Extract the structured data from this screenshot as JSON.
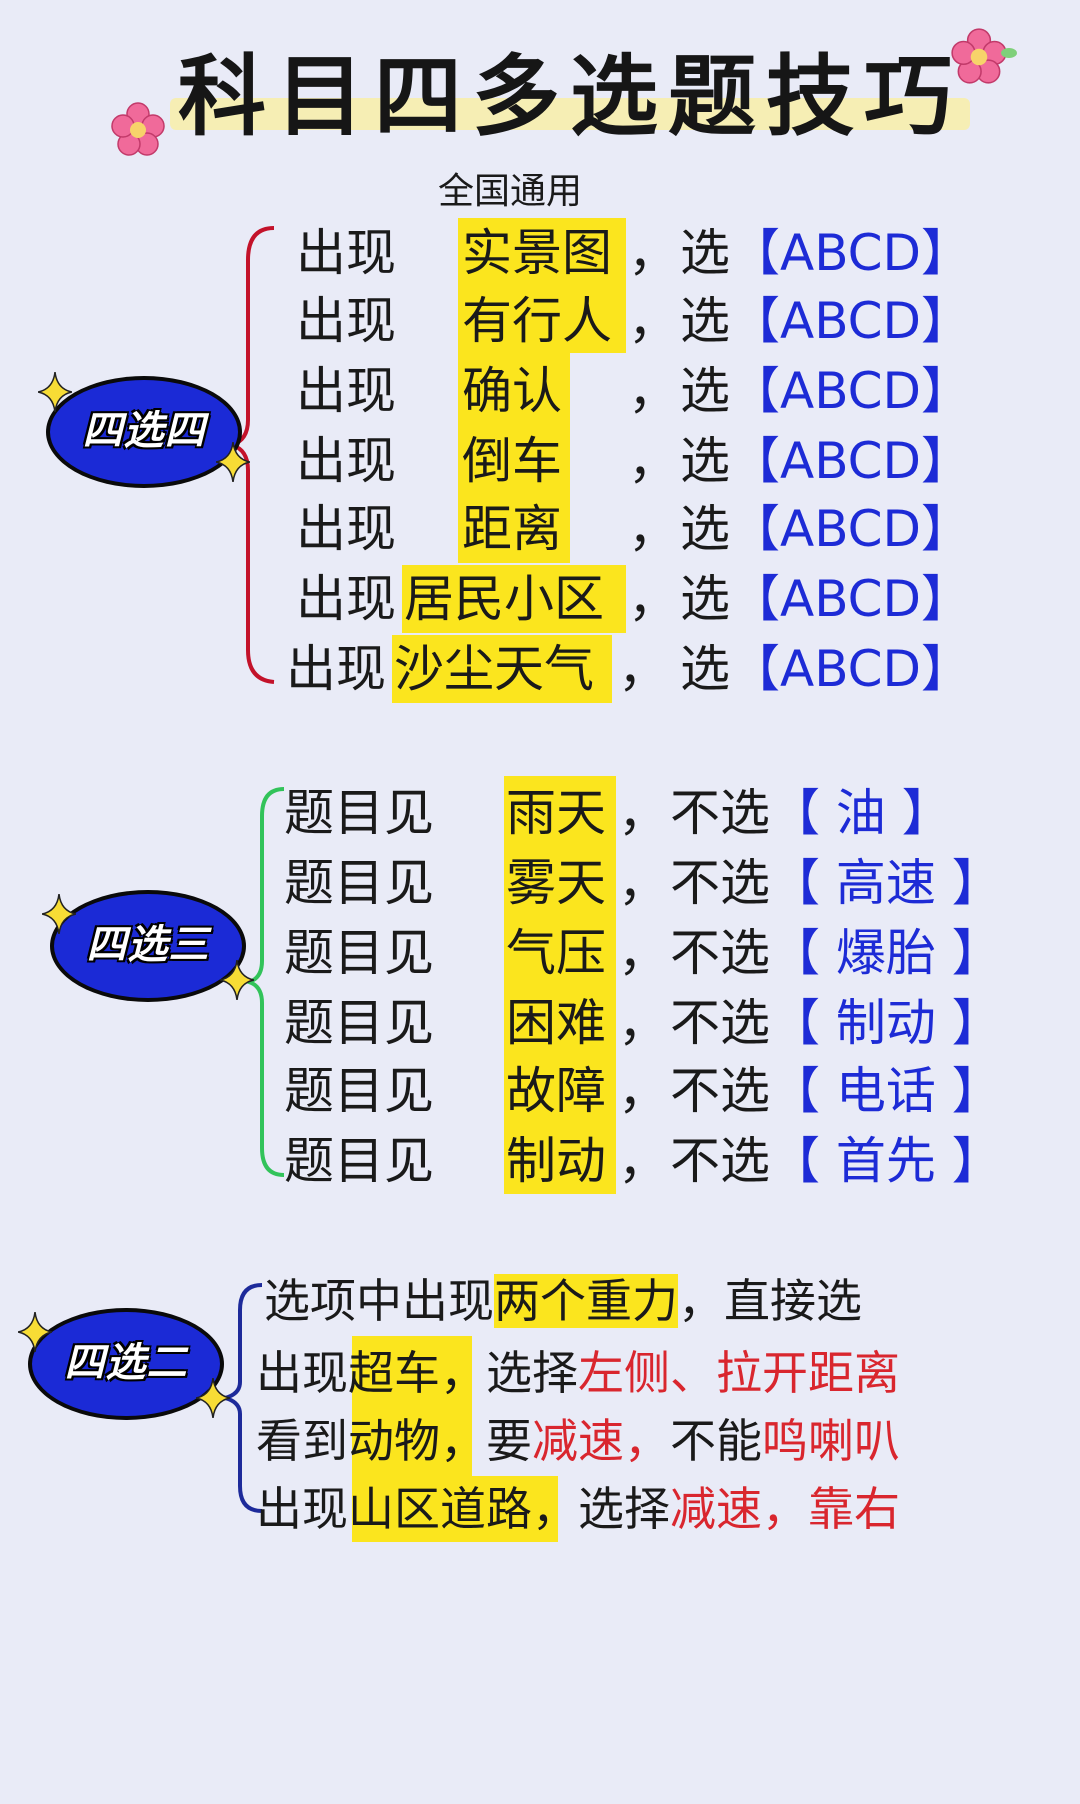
{
  "title": "科目四多选题技巧",
  "subtitle": "全国通用",
  "sections": [
    {
      "badge": "四选四",
      "rows": [
        {
          "prefix": "出现",
          "keyword": "实景图",
          "sep": "，",
          "verb": "选",
          "answer": "【ABCD】"
        },
        {
          "prefix": "出现",
          "keyword": "有行人",
          "sep": "，",
          "verb": "选",
          "answer": "【ABCD】"
        },
        {
          "prefix": "出现",
          "keyword": "确认",
          "sep": "，",
          "verb": "选",
          "answer": "【ABCD】"
        },
        {
          "prefix": "出现",
          "keyword": "倒车",
          "sep": "，",
          "verb": "选",
          "answer": "【ABCD】"
        },
        {
          "prefix": "出现",
          "keyword": "距离",
          "sep": "，",
          "verb": "选",
          "answer": "【ABCD】"
        },
        {
          "prefix": "出现",
          "keyword": "居民小区",
          "sep": "，",
          "verb": "选",
          "answer": "【ABCD】"
        },
        {
          "prefix": "出现",
          "keyword": "沙尘天气",
          "sep": "，",
          "verb": "选",
          "answer": "【ABCD】"
        }
      ]
    },
    {
      "badge": "四选三",
      "rows": [
        {
          "prefix": "题目见",
          "keyword": "雨天",
          "sep": "，",
          "verb": "不选",
          "answer": "【 油 】"
        },
        {
          "prefix": "题目见",
          "keyword": "雾天",
          "sep": "，",
          "verb": "不选",
          "answer": "【 高速 】"
        },
        {
          "prefix": "题目见",
          "keyword": "气压",
          "sep": "，",
          "verb": "不选",
          "answer": "【 爆胎 】"
        },
        {
          "prefix": "题目见",
          "keyword": "困难",
          "sep": "，",
          "verb": "不选",
          "answer": "【 制动 】"
        },
        {
          "prefix": "题目见",
          "keyword": "故障",
          "sep": "，",
          "verb": "不选",
          "answer": "【 电话 】"
        },
        {
          "prefix": "题目见",
          "keyword": "制动",
          "sep": "，",
          "verb": "不选",
          "answer": "【 首先 】"
        }
      ]
    },
    {
      "badge": "四选二",
      "rows": [
        {
          "parts": [
            {
              "t": "选项中出现",
              "s": "plain"
            },
            {
              "t": "两个重力",
              "s": "hl"
            },
            {
              "t": "，直接选",
              "s": "plain"
            }
          ]
        },
        {
          "parts": [
            {
              "t": "出现",
              "s": "plain"
            },
            {
              "t": "超车",
              "s": "hl"
            },
            {
              "t": "，选择",
              "s": "plain"
            },
            {
              "t": "左侧、拉开距离",
              "s": "red"
            }
          ]
        },
        {
          "parts": [
            {
              "t": "看到",
              "s": "plain"
            },
            {
              "t": "动物",
              "s": "hl"
            },
            {
              "t": "，要",
              "s": "plain"
            },
            {
              "t": "减速，",
              "s": "red"
            },
            {
              "t": "不能",
              "s": "plain"
            },
            {
              "t": "鸣喇叭",
              "s": "red"
            }
          ]
        },
        {
          "parts": [
            {
              "t": "出现",
              "s": "plain"
            },
            {
              "t": "山区道路",
              "s": "hl"
            },
            {
              "t": "，选择",
              "s": "plain"
            },
            {
              "t": "减速，靠右",
              "s": "red"
            }
          ]
        }
      ]
    }
  ],
  "colors": {
    "background": "#e9ebf7",
    "highlight": "#fbe51e",
    "answer_blue": "#1d2bd6",
    "emphasis_red": "#d9262e",
    "badge_blue": "#1b2ad6",
    "brace_red": "#c3122a",
    "brace_green": "#32c35a",
    "brace_blue": "#1d2a9a"
  }
}
